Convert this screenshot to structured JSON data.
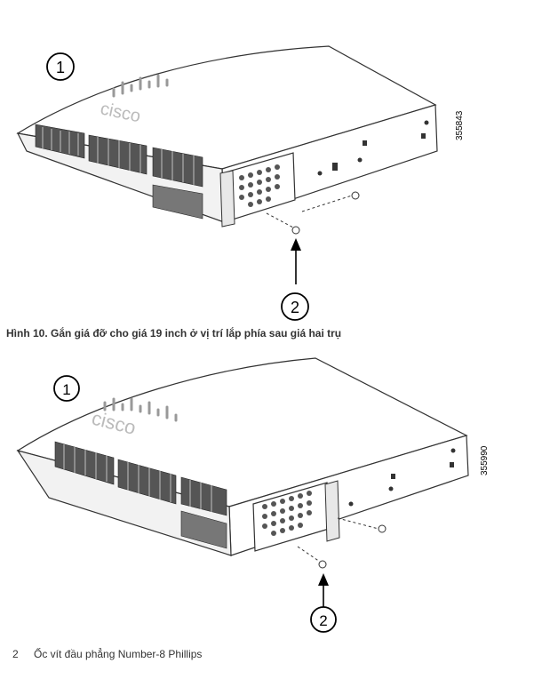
{
  "figure_top": {
    "callout_1": "1",
    "callout_2": "2",
    "figure_id": "355843"
  },
  "caption": "Hình 10. Gắn giá đỡ cho giá 19 inch ở vị trí lắp phía sau giá hai trụ",
  "figure_bottom": {
    "callout_1": "1",
    "callout_2": "2",
    "figure_id": "355990"
  },
  "legend": {
    "number": "2",
    "text": "Ốc vít đầu phẳng Number-8 Phillips"
  }
}
